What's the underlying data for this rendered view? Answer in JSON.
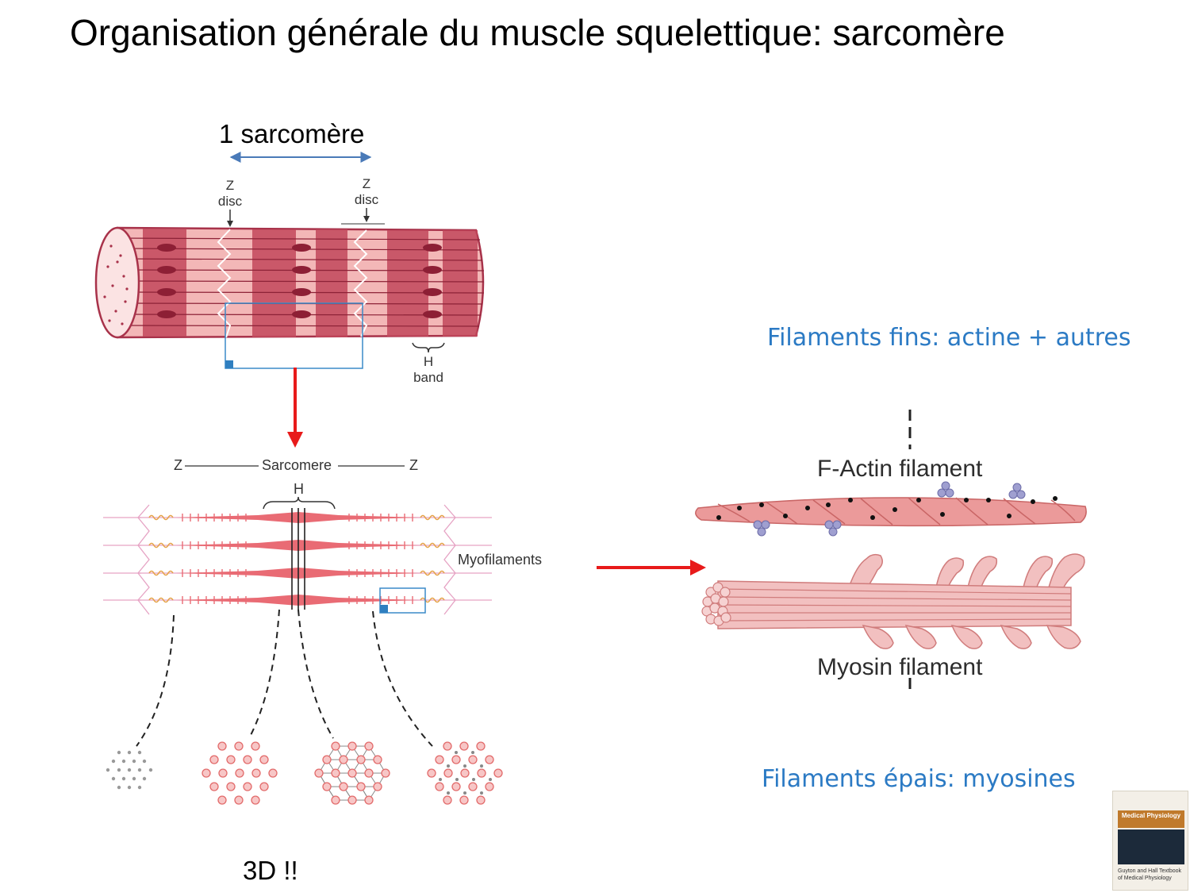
{
  "title": "Organisation générale du muscle squelettique: sarcomère",
  "sarcomere_label": "1 sarcomère",
  "fiber": {
    "z_disc_left_line1": "Z",
    "z_disc_left_line2": "disc",
    "z_disc_right_line1": "Z",
    "z_disc_right_line2": "disc",
    "h_band_line1": "H",
    "h_band_line2": "band"
  },
  "myofibril": {
    "z_left": "Z",
    "sarcomere": "Sarcomere",
    "z_right": "Z",
    "h": "H",
    "myofilaments": "Myofilaments"
  },
  "filaments": {
    "actin_label": "F-Actin filament",
    "myosin_label": "Myosin filament",
    "thin_caption": "Filaments fins: actine + autres",
    "thick_caption": "Filaments épais: myosines"
  },
  "footer_note": "3D !!",
  "book": {
    "name": "Medical Physiology",
    "caption": "Guyton and Hall Textbook of Medical Physiology"
  },
  "colors": {
    "arrow_red": "#e81a1a",
    "blue_text": "#2b7ac4",
    "muscle_pink": "#f3b7b7",
    "muscle_dark": "#b33a4a",
    "filament_pink": "#e97d7d"
  }
}
